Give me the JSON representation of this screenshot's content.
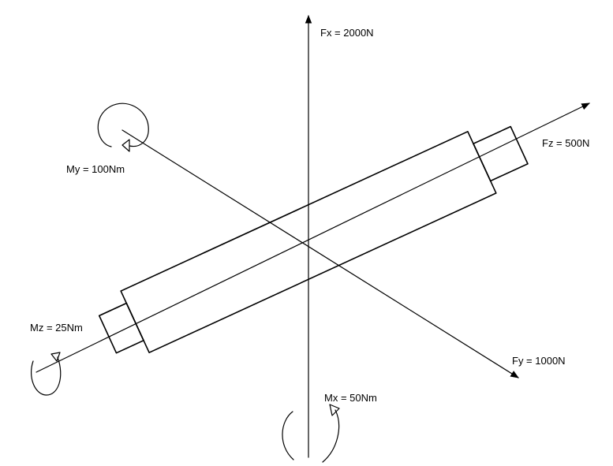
{
  "labels": {
    "fx": "Fx = 2000N",
    "fy": "Fy = 1000N",
    "fz": "Fz = 500N",
    "mx": "Mx = 50Nm",
    "my": "My = 100Nm",
    "mz": "Mz = 25Nm"
  },
  "colors": {
    "ink": "#000000",
    "background": "#ffffff"
  }
}
